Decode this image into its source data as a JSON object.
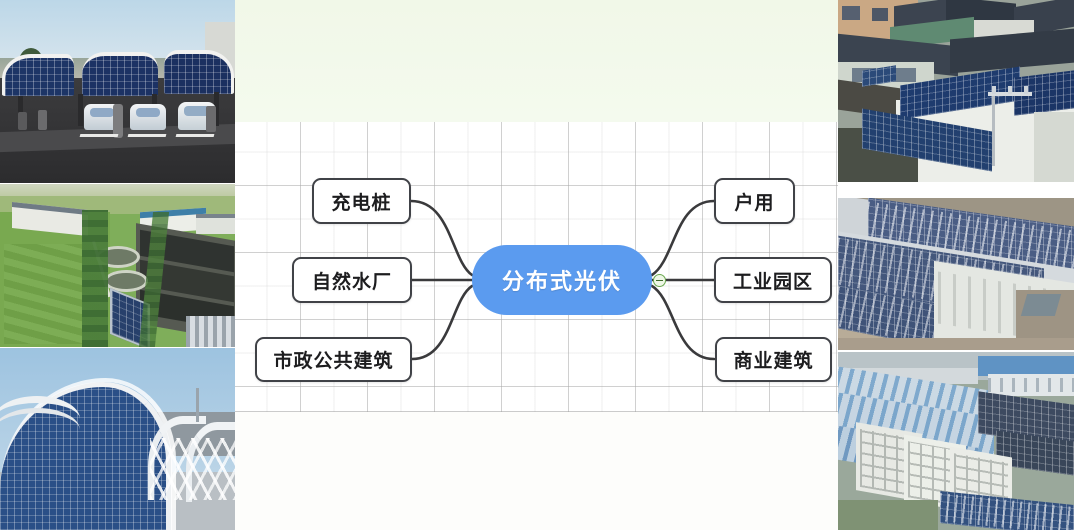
{
  "canvas": {
    "background_top_color": "#f1f8e8",
    "grid_color": "#aaaaaa",
    "edge_color": "#3a3a3c"
  },
  "mindmap": {
    "center": {
      "label": "分布式光伏",
      "fill": "#5b9bef",
      "text_color": "#ffffff"
    },
    "collapse_toggle": {
      "name": "collapse-toggle",
      "state": "expanded",
      "border_color": "#6aa84f"
    },
    "left_nodes": [
      {
        "label": "充电桩"
      },
      {
        "label": "自然水厂"
      },
      {
        "label": "市政公共建筑"
      }
    ],
    "right_nodes": [
      {
        "label": "户用"
      },
      {
        "label": "工业园区"
      },
      {
        "label": "商业建筑"
      }
    ]
  },
  "photos": {
    "left": [
      {
        "name": "solar-carport-ev-charging",
        "caption": "充电桩"
      },
      {
        "name": "water-treatment-plant-aerial",
        "caption": "自然水厂"
      },
      {
        "name": "curved-solar-roof-public-building",
        "caption": "市政公共建筑"
      }
    ],
    "right": [
      {
        "name": "residential-rooftop-solar",
        "caption": "户用"
      },
      {
        "name": "industrial-park-rooftop-solar",
        "caption": "工业园区"
      },
      {
        "name": "commercial-buildings-solar",
        "caption": "商业建筑"
      }
    ]
  }
}
